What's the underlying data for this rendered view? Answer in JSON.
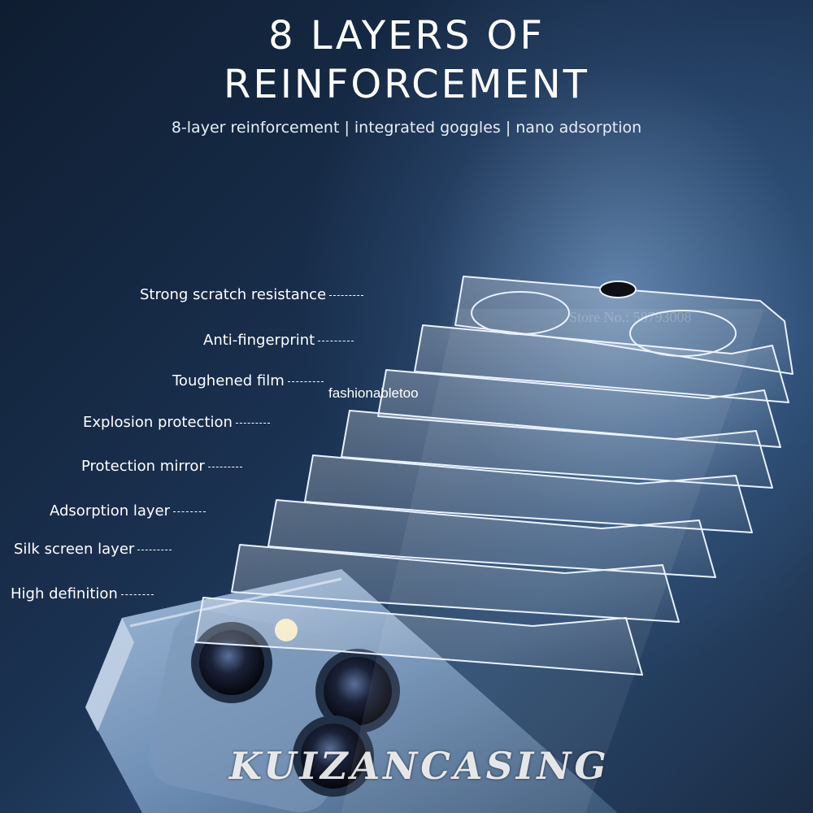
{
  "header": {
    "title_line1": "8 LAYERS OF",
    "title_line2": "REINFORCEMENT",
    "subtitle": "8-layer reinforcement | integrated goggles | nano adsorption"
  },
  "layers": [
    {
      "label": "Strong scratch resistance"
    },
    {
      "label": "Anti-fingerprint"
    },
    {
      "label": "Toughened film"
    },
    {
      "label": "Explosion protection"
    },
    {
      "label": "Protection mirror"
    },
    {
      "label": "Adsorption layer"
    },
    {
      "label": "Silk screen layer"
    },
    {
      "label": "High definition"
    }
  ],
  "watermarks": {
    "store": "Store No.: 58793008",
    "seller": "fashionabletoo",
    "brand": "KUIZANCASING"
  },
  "colors": {
    "background": "#1a3150",
    "glow": "#96bee8",
    "phone_body": "#6f8fb5",
    "text": "#ffffff"
  }
}
